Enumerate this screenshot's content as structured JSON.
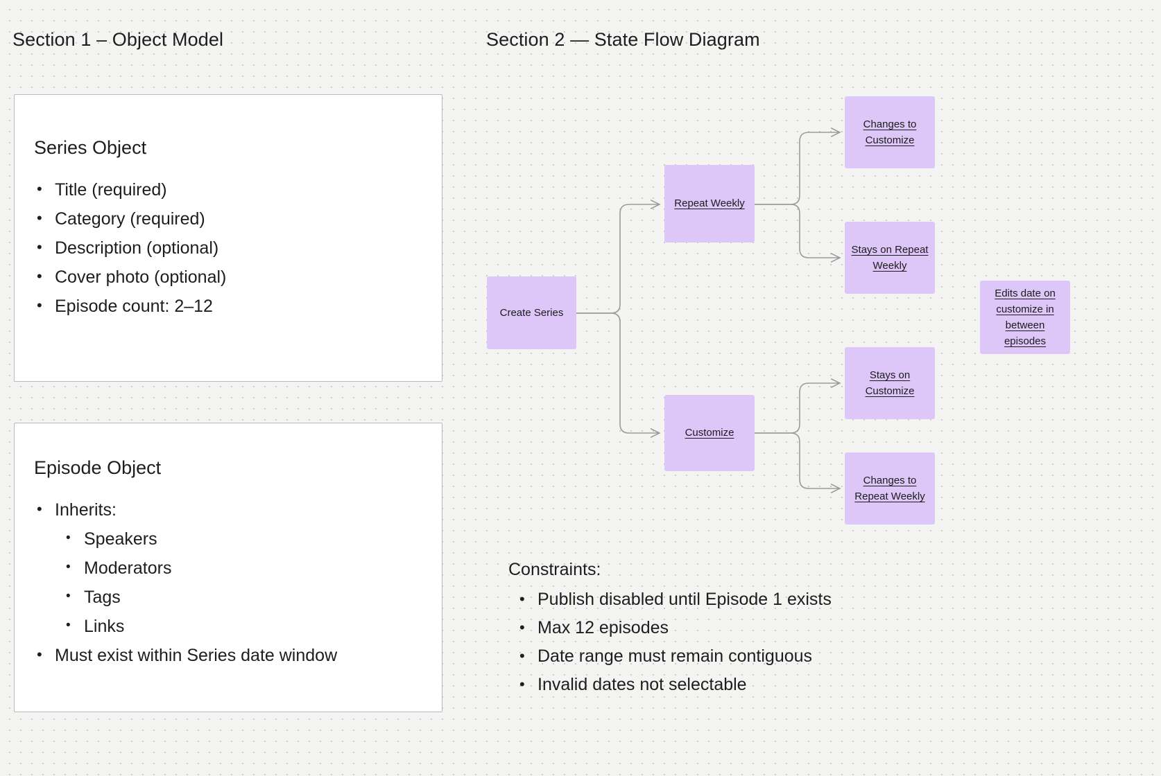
{
  "sections": {
    "left_title": "Section 1 – Object Model",
    "right_title": "Section 2 — State Flow Diagram"
  },
  "cards": [
    {
      "heading": "Series Object",
      "items": [
        "Title (required)",
        "Category (required)",
        "Description (optional)",
        "Cover photo (optional)",
        "Episode count: 2–12"
      ]
    },
    {
      "heading": "Episode Object",
      "items": [
        "Inherits:",
        "Speakers",
        "Moderators",
        "Tags",
        "Links",
        "Must exist within Series date window"
      ]
    }
  ],
  "flow": {
    "nodes": {
      "create_series": "Create Series",
      "repeat_weekly": "Repeat Weekly",
      "customize": "Customize",
      "changes_to_customize": "Changes to Customize",
      "stays_on_repeat_weekly": "Stays on Repeat Weekly",
      "stays_on_customize": "Stays on Customize",
      "changes_to_repeat_weekly": "Changes to Repeat Weekly",
      "edits_date_note": "Edits date on customize in between episodes"
    },
    "node_color": "#ddc7f8",
    "connector_color": "#9b9b9b"
  },
  "constraints": {
    "heading": "Constraints:",
    "items": [
      "Publish disabled until Episode 1 exists",
      "Max 12 episodes",
      "Date range must remain contiguous",
      "Invalid dates not selectable"
    ]
  },
  "canvas": {
    "background_color": "#f4f4f3",
    "dot_color": "#c9c9c9",
    "card_background": "#ffffff",
    "card_border": "#b9b9b9"
  }
}
